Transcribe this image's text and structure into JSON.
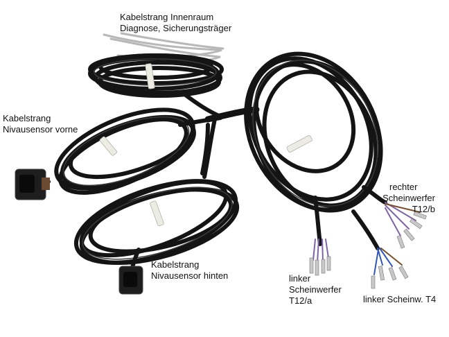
{
  "labels": {
    "innenraum": {
      "line1": "Kabelstrang Innenraum",
      "line2": "Diagnose, Sicherungsträger"
    },
    "niv_vorne": {
      "line1": "Kabelstrang",
      "line2": "Nivausensor vorne"
    },
    "niv_hinten": {
      "line1": "Kabelstrang",
      "line2": "Nivausensor hinten"
    },
    "rechter": {
      "line1": "rechter",
      "line2": "Scheinwerfer",
      "line3": "T12/b"
    },
    "linker": {
      "line1": "linker",
      "line2": "Scheinwerfer",
      "line3": "T12/a"
    },
    "linker_t4": {
      "line1": "linker Scheinw. T4"
    }
  },
  "colors": {
    "background": "#ffffff",
    "cable": "#141414",
    "cable_highlight": "#3a3a3a",
    "grey_wire": "#b8b8b8",
    "cable_tie": "#ecece4",
    "wire_violet": "#7e63a8",
    "wire_blue": "#2f57b8",
    "wire_brown": "#7a4e2a",
    "pin": "#c8c8c8",
    "connector": "#1e1e1e"
  }
}
